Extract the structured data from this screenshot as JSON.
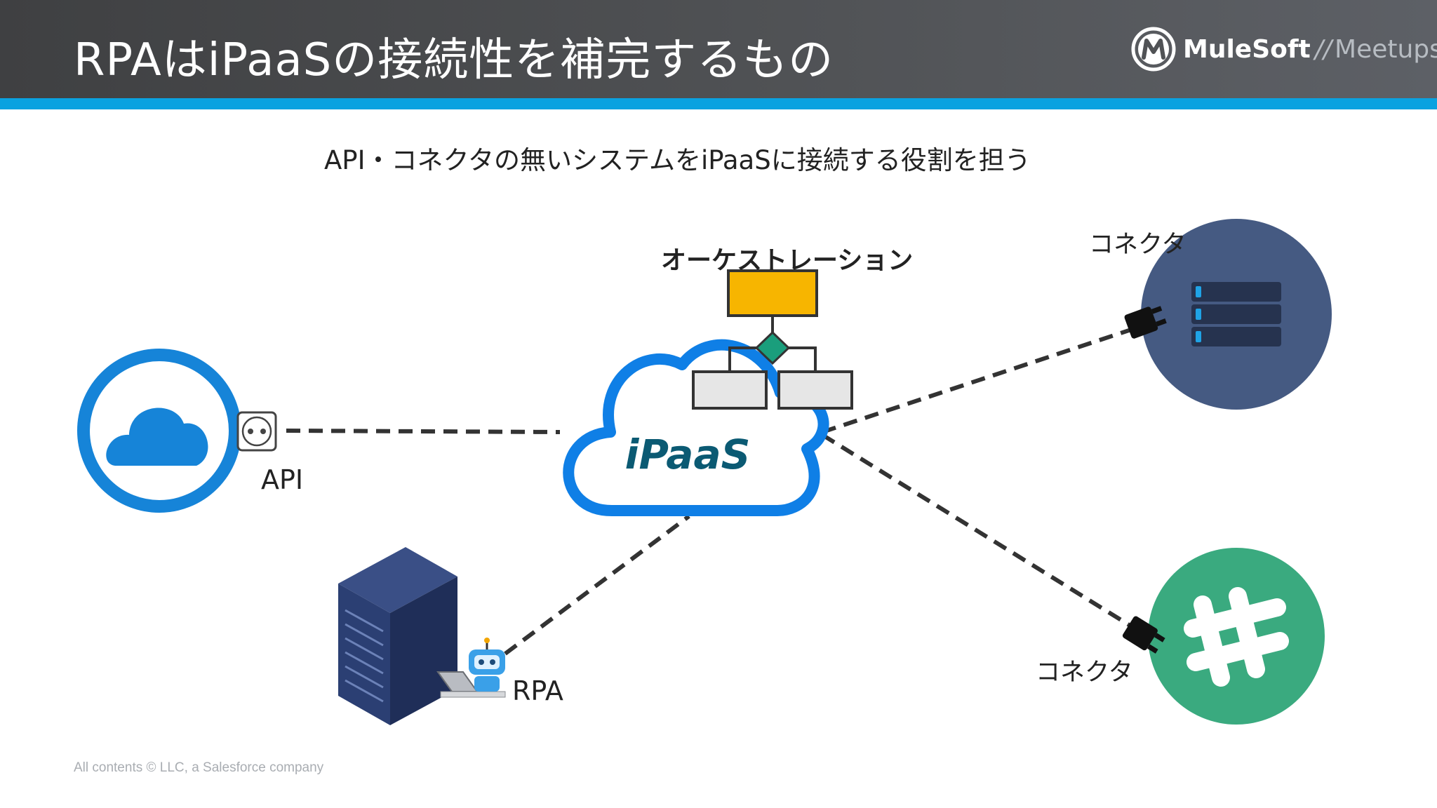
{
  "header": {
    "title": "RPAはiPaaSの接続性を補完するもの",
    "logo": {
      "brand": "MuleSoft",
      "separator": "//",
      "sub": "Meetups",
      "icon": "mulesoft-logo-icon"
    }
  },
  "subtitle": "API・コネクタの無いシステムをiPaaSに接続する役割を担う",
  "diagram": {
    "center_label": "iPaaS",
    "api_label": "API",
    "rpa_label": "RPA",
    "orchestration_label": "オーケストレーション",
    "connector_top_label": "コネクタ",
    "connector_bottom_label": "コネクタ",
    "icons": [
      "cloud-app-icon",
      "power-outlet-icon",
      "orchestration-flow-icon",
      "database-server-icon",
      "plug-icon",
      "slack-icon",
      "server-rack-icon",
      "robot-icon",
      "laptop-icon"
    ]
  },
  "colors": {
    "header_bg": "#4a4b4e",
    "accent_bar": "#0aa2e0",
    "ipaas_blue": "#0f7fe6",
    "ipaas_text": "#0b5a73",
    "orchestration_yellow": "#f7b500",
    "diamond_green": "#1a9e7c",
    "db_circle": "#455a82",
    "slack_green": "#3aaa7f",
    "server_navy": "#2b3f73"
  },
  "footer": "All contents © LLC, a Salesforce company"
}
